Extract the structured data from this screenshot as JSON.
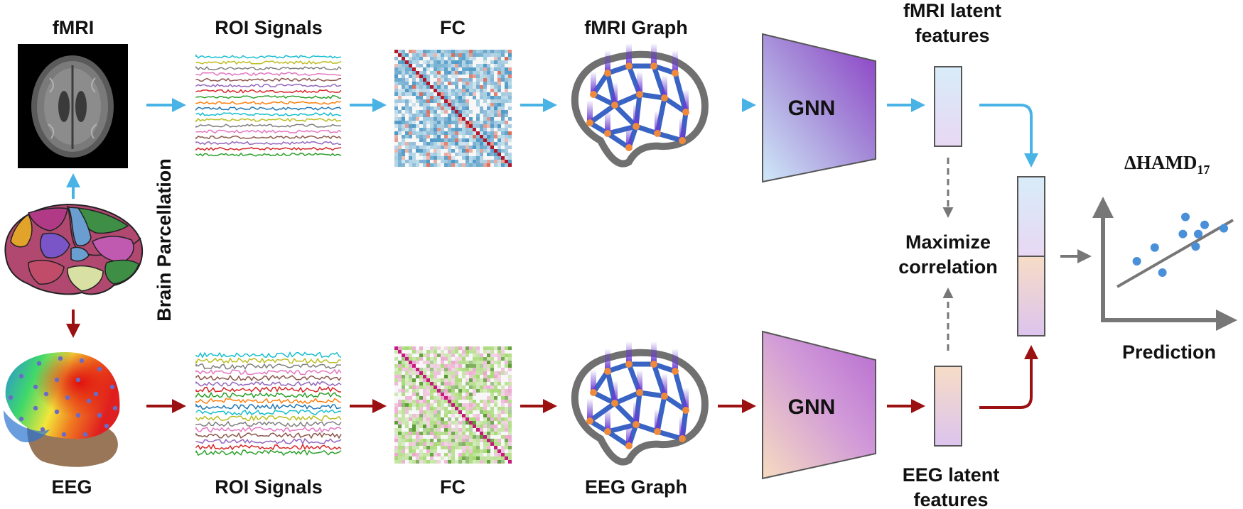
{
  "labels": {
    "fmri": "fMRI",
    "roi_signals_top": "ROI Signals",
    "fc_top": "FC",
    "fmri_graph": "fMRI Graph",
    "fmri_latent_line1": "fMRI latent",
    "fmri_latent_line2": "features",
    "brain_parcellation": "Brain Parcellation",
    "eeg": "EEG",
    "roi_signals_bottom": "ROI Signals",
    "fc_bottom": "FC",
    "eeg_graph": "EEG Graph",
    "eeg_latent_line1": "EEG latent",
    "eeg_latent_line2": "features",
    "gnn_top": "GNN",
    "gnn_bottom": "GNN",
    "maximize_line1": "Maximize",
    "maximize_line2": "correlation",
    "prediction": "Prediction",
    "hamd_main": "ΔHAMD",
    "hamd_sub": "17"
  },
  "colors": {
    "fmri_arrow": "#4ab3e6",
    "eeg_arrow": "#9b1010",
    "grey_arrow": "#777777",
    "graph_edge": "#3a64c4",
    "graph_node": "#ef8a3c",
    "scatter_point": "#4a90d9"
  },
  "roi_signal_colors": [
    "#17becf",
    "#bcbd22",
    "#7f7f7f",
    "#e377c2",
    "#8c564b",
    "#9467bd",
    "#d62728",
    "#2ca02c",
    "#ff7f0e",
    "#1f77b4",
    "#17becf",
    "#bcbd22",
    "#7f7f7f",
    "#e377c2",
    "#8c564b",
    "#9467bd",
    "#d62728",
    "#2ca02c",
    "#ff7f0e",
    "#1f77b4"
  ],
  "scatter_points": [
    [
      0.22,
      0.55
    ],
    [
      0.36,
      0.43
    ],
    [
      0.42,
      0.65
    ],
    [
      0.58,
      0.31
    ],
    [
      0.6,
      0.16
    ],
    [
      0.68,
      0.42
    ],
    [
      0.7,
      0.31
    ],
    [
      0.75,
      0.23
    ],
    [
      0.9,
      0.26
    ]
  ]
}
